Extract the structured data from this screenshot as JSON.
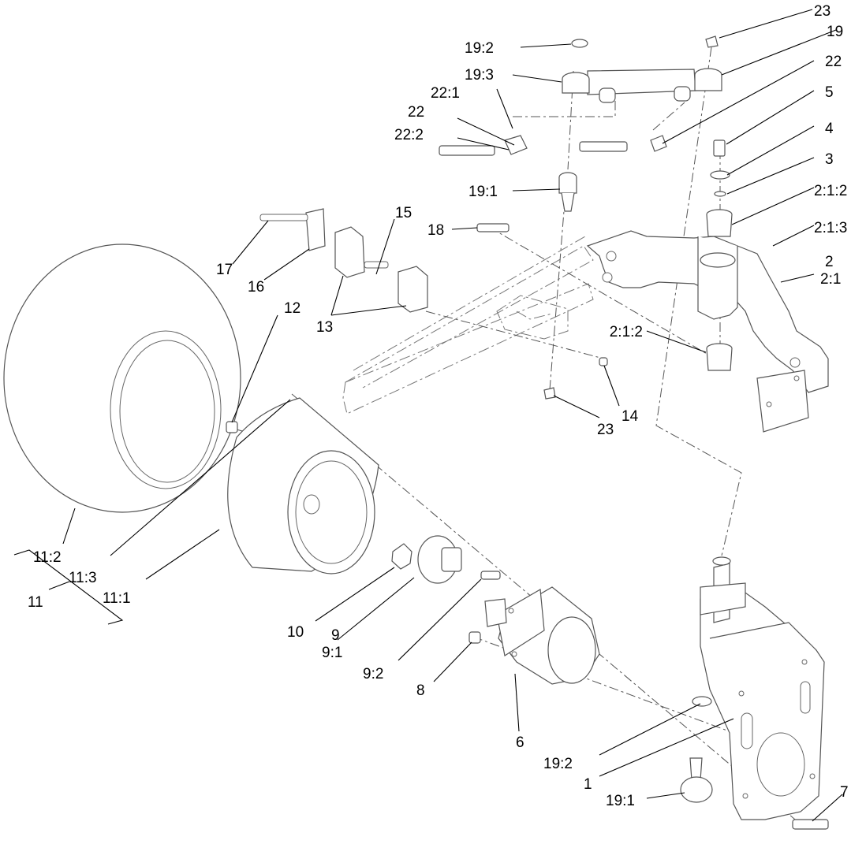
{
  "callouts": {
    "c23_top": "23",
    "c19": "19",
    "c22_right": "22",
    "c5": "5",
    "c4": "4",
    "c3": "3",
    "c2_1_2_top": "2:1:2",
    "c2_1_3": "2:1:3",
    "c2": "2",
    "c2_1": "2:1",
    "c2_1_2_mid": "2:1:2",
    "c19_2_top": "19:2",
    "c19_3": "19:3",
    "c22_1": "22:1",
    "c22_left": "22",
    "c22_2": "22:2",
    "c19_1_top": "19:1",
    "c18": "18",
    "c15": "15",
    "c17": "17",
    "c16": "16",
    "c13": "13",
    "c12": "12",
    "c14": "14",
    "c23_mid": "23",
    "c11_2": "11:2",
    "c11_3": "11:3",
    "c11_1": "11:1",
    "c11": "11",
    "c10": "10",
    "c9": "9",
    "c9_1": "9:1",
    "c9_2": "9:2",
    "c8": "8",
    "c6": "6",
    "c19_2_bottom": "19:2",
    "c1": "1",
    "c19_1_bottom": "19:1",
    "c7": "7"
  }
}
